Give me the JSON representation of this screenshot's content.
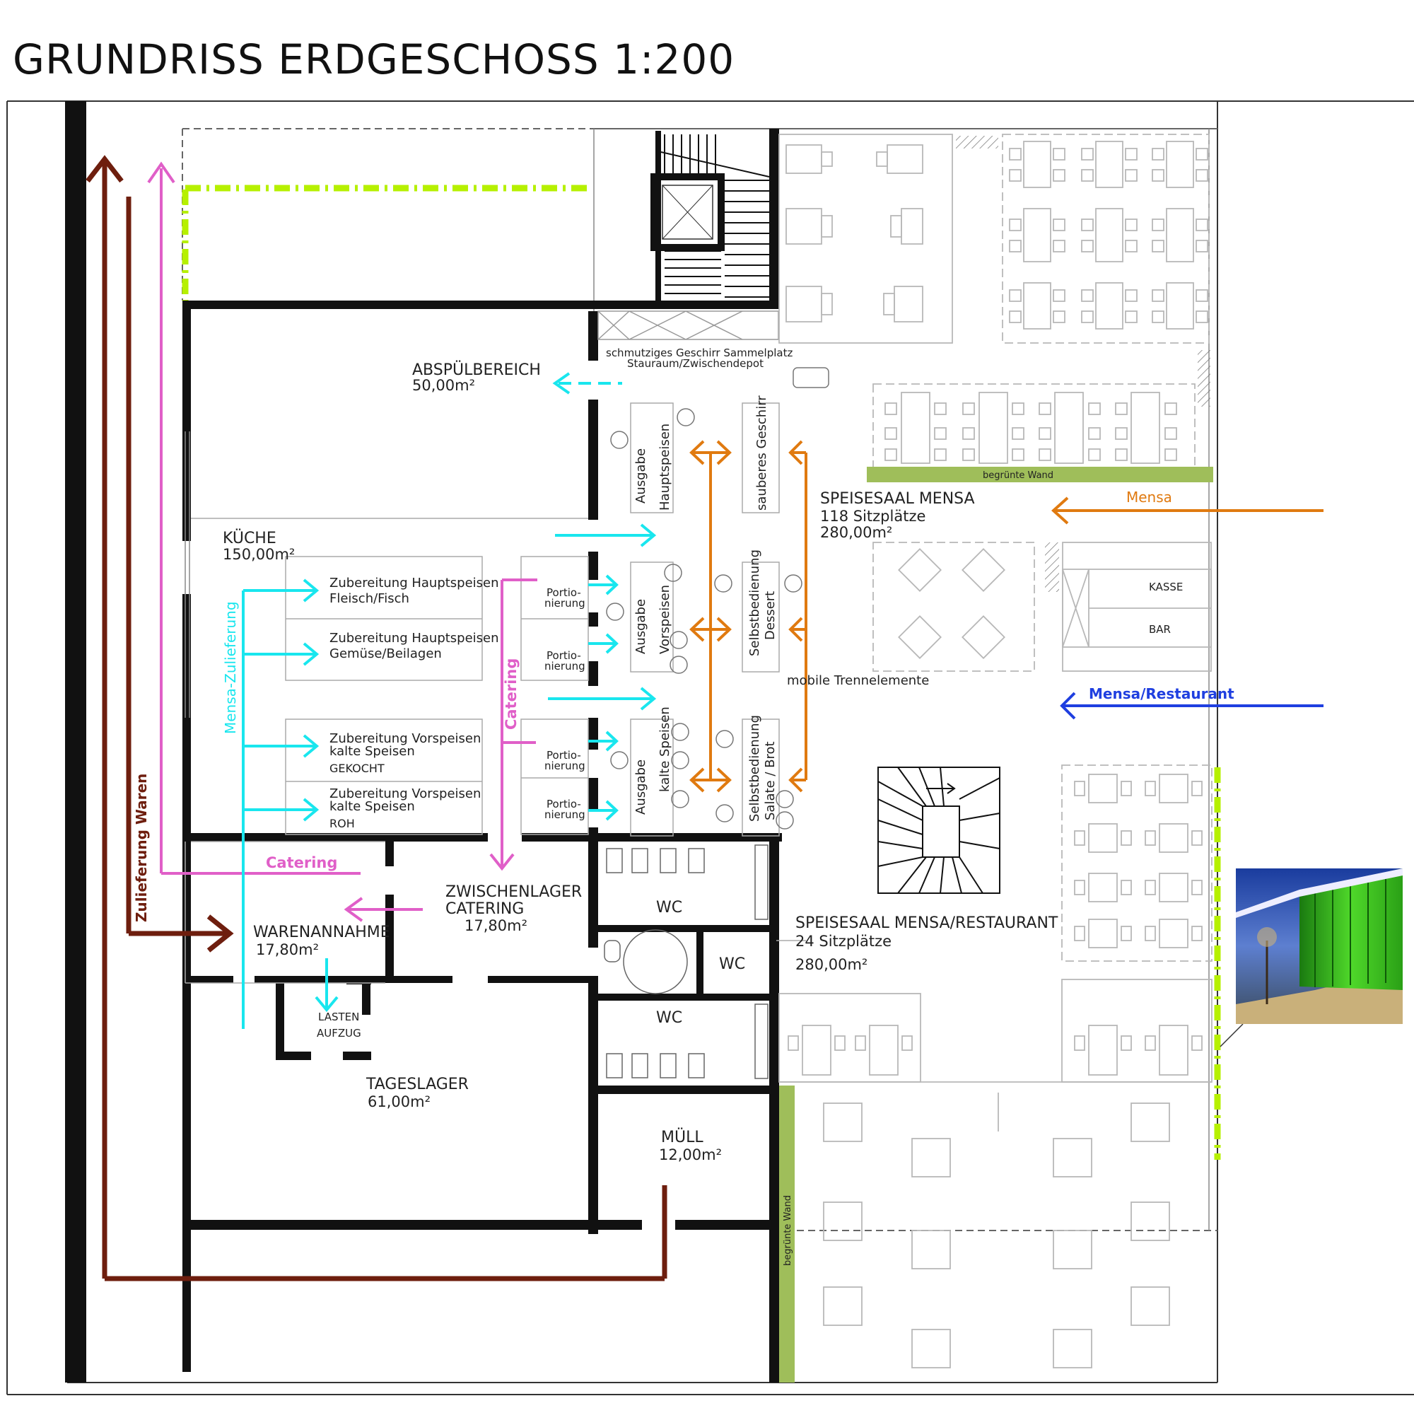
{
  "title": "GRUNDRISS ERDGESCHOSS 1:200",
  "colors": {
    "wall": "#111111",
    "catering": "#e05fc8",
    "mensa_supply": "#19e6ee",
    "delivery": "#6e1e0e",
    "mensa_flow": "#e07a10",
    "restaurant_flow": "#1f3fe0",
    "green_wall": "#9fbe5a",
    "green_dash": "#b6f000",
    "furniture": "#b8b8b8"
  },
  "rooms": {
    "abspuel": {
      "name": "ABSPÜLBEREICH",
      "area": "50,00m²"
    },
    "kueche": {
      "name": "KÜCHE",
      "area": "150,00m²"
    },
    "zwischenlager": {
      "name1": "ZWISCHENLAGER",
      "name2": "CATERING",
      "area": "17,80m²"
    },
    "warenannahme": {
      "name": "WARENANNAHME",
      "area": "17,80m²"
    },
    "tageslager": {
      "name": "TAGESLAGER",
      "area": "61,00m²"
    },
    "muell": {
      "name": "MÜLL",
      "area": "12,00m²"
    },
    "mensa": {
      "name": "SPEISESAAL MENSA",
      "seats": "118 Sitzplätze",
      "area": "280,00m²"
    },
    "restaurant": {
      "name": "SPEISESAAL MENSA/RESTAURANT",
      "seats": "24 Sitzplätze",
      "area": "280,00m²"
    },
    "wc1": "WC",
    "wc2": "WC",
    "wc3": "WC",
    "lift1": "LASTEN",
    "lift2": "AUFZUG"
  },
  "labels": {
    "schmutzig1": "schmutziges Geschirr Sammelplatz",
    "schmutzig2": "Stauraum/Zwischendepot",
    "zub1a": "Zubereitung Hauptspeisen",
    "zub1b": "Fleisch/Fisch",
    "zub2a": "Zubereitung Hauptspeisen",
    "zub2b": "Gemüse/Beilagen",
    "zub3a": "Zubereitung Vorspeisen",
    "zub3b": "kalte Speisen",
    "zub3c": "GEKOCHT",
    "zub4a": "Zubereitung Vorspeisen",
    "zub4b": "kalte Speisen",
    "zub4c": "ROH",
    "portio1": "Portio-",
    "portio2": "nierung",
    "ausgabe": "Ausgabe",
    "hauptspeisen": "Hauptspeisen",
    "vorspeisen": "Vorspeisen",
    "kalte_speisen": "kalte Speisen",
    "sauberes": "sauberes Geschirr",
    "sb": "Selbstbedienung",
    "dessert": "Dessert",
    "salate": "Salate / Brot",
    "mobile": "mobile Trennelemente",
    "begruent": "begrünte Wand",
    "kasse": "KASSE",
    "bar": "BAR"
  },
  "flows": {
    "mensa": "Mensa",
    "restaurant": "Mensa/Restaurant",
    "catering_h": "Catering",
    "catering_v": "Catering",
    "mensa_zulieferung": "Mensa-Zulieferung",
    "zulieferung_waren": "Zulieferung Waren"
  }
}
